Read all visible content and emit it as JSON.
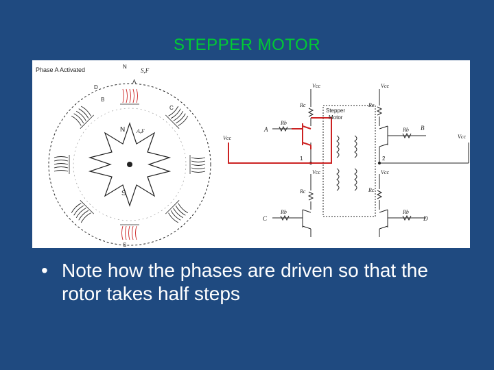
{
  "slide": {
    "title": "STEPPER MOTOR",
    "bullet": "Note how the phases are driven so that the rotor takes half steps"
  },
  "figure": {
    "caption": "Phase A Activated",
    "motor_labels": {
      "stator_top": "N",
      "stator_bottom": "S",
      "rotor_north": "N",
      "rotor_south": "S",
      "phase_a": "A",
      "phase_b": "B",
      "phase_c": "C",
      "phase_d": "D",
      "sf": "S,F",
      "af": "A,F"
    },
    "circuit_labels": {
      "stepper_motor": "Stepper\nMotor",
      "vcc": "Vcc",
      "rc": "Rc",
      "rb": "Rb",
      "input_a": "A",
      "input_b": "B",
      "input_c": "C",
      "input_d": "D",
      "coil_1": "1",
      "coil_2": "2"
    },
    "colors": {
      "active_wire": "#cc2222",
      "line": "#222222"
    }
  }
}
